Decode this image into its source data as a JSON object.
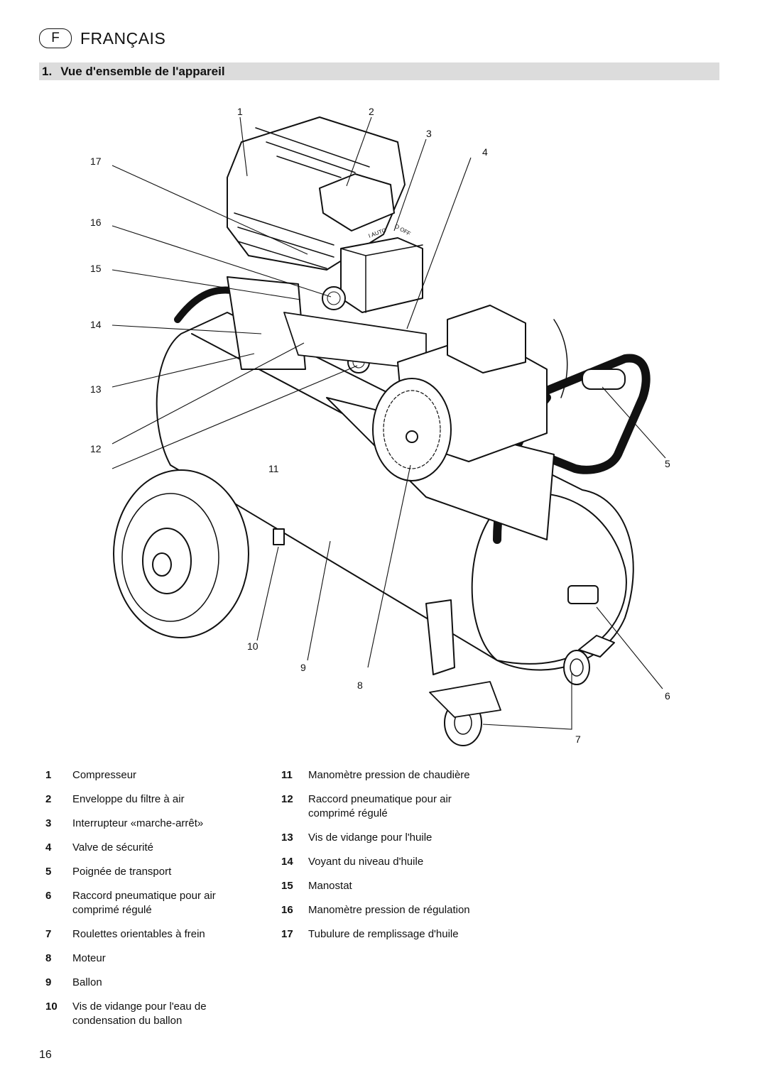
{
  "header": {
    "language_code": "F",
    "language_name": "FRANÇAIS"
  },
  "section": {
    "number": "1.",
    "title": "Vue d'ensemble de l'appareil"
  },
  "diagram": {
    "callouts": [
      "1",
      "2",
      "3",
      "4",
      "5",
      "6",
      "7",
      "8",
      "9",
      "10",
      "11",
      "12",
      "13",
      "14",
      "15",
      "16",
      "17"
    ],
    "switch_labels": [
      "I AUTO",
      "O OFF"
    ]
  },
  "legend_left": [
    {
      "num": "1",
      "text": "Compresseur"
    },
    {
      "num": "2",
      "text": "Enveloppe du filtre à air"
    },
    {
      "num": "3",
      "text": "Interrupteur «marche-arrêt»"
    },
    {
      "num": "4",
      "text": "Valve de sécurité"
    },
    {
      "num": "5",
      "text": "Poignée de transport"
    },
    {
      "num": "6",
      "text": "Raccord pneumatique pour air comprimé régulé"
    },
    {
      "num": "7",
      "text": "Roulettes orientables à frein"
    },
    {
      "num": "8",
      "text": "Moteur"
    },
    {
      "num": "9",
      "text": "Ballon"
    },
    {
      "num": "10",
      "text": "Vis de vidange pour l'eau de condensation du ballon"
    }
  ],
  "legend_right": [
    {
      "num": "11",
      "text": "Manomètre pression de chaudière"
    },
    {
      "num": "12",
      "text": "Raccord pneumatique pour air comprimé régulé"
    },
    {
      "num": "13",
      "text": "Vis de vidange pour l'huile"
    },
    {
      "num": "14",
      "text": "Voyant du niveau d'huile"
    },
    {
      "num": "15",
      "text": "Manostat"
    },
    {
      "num": "16",
      "text": "Manomètre pression de régulation"
    },
    {
      "num": "17",
      "text": "Tubulure de remplissage d'huile"
    }
  ],
  "page_number": "16"
}
